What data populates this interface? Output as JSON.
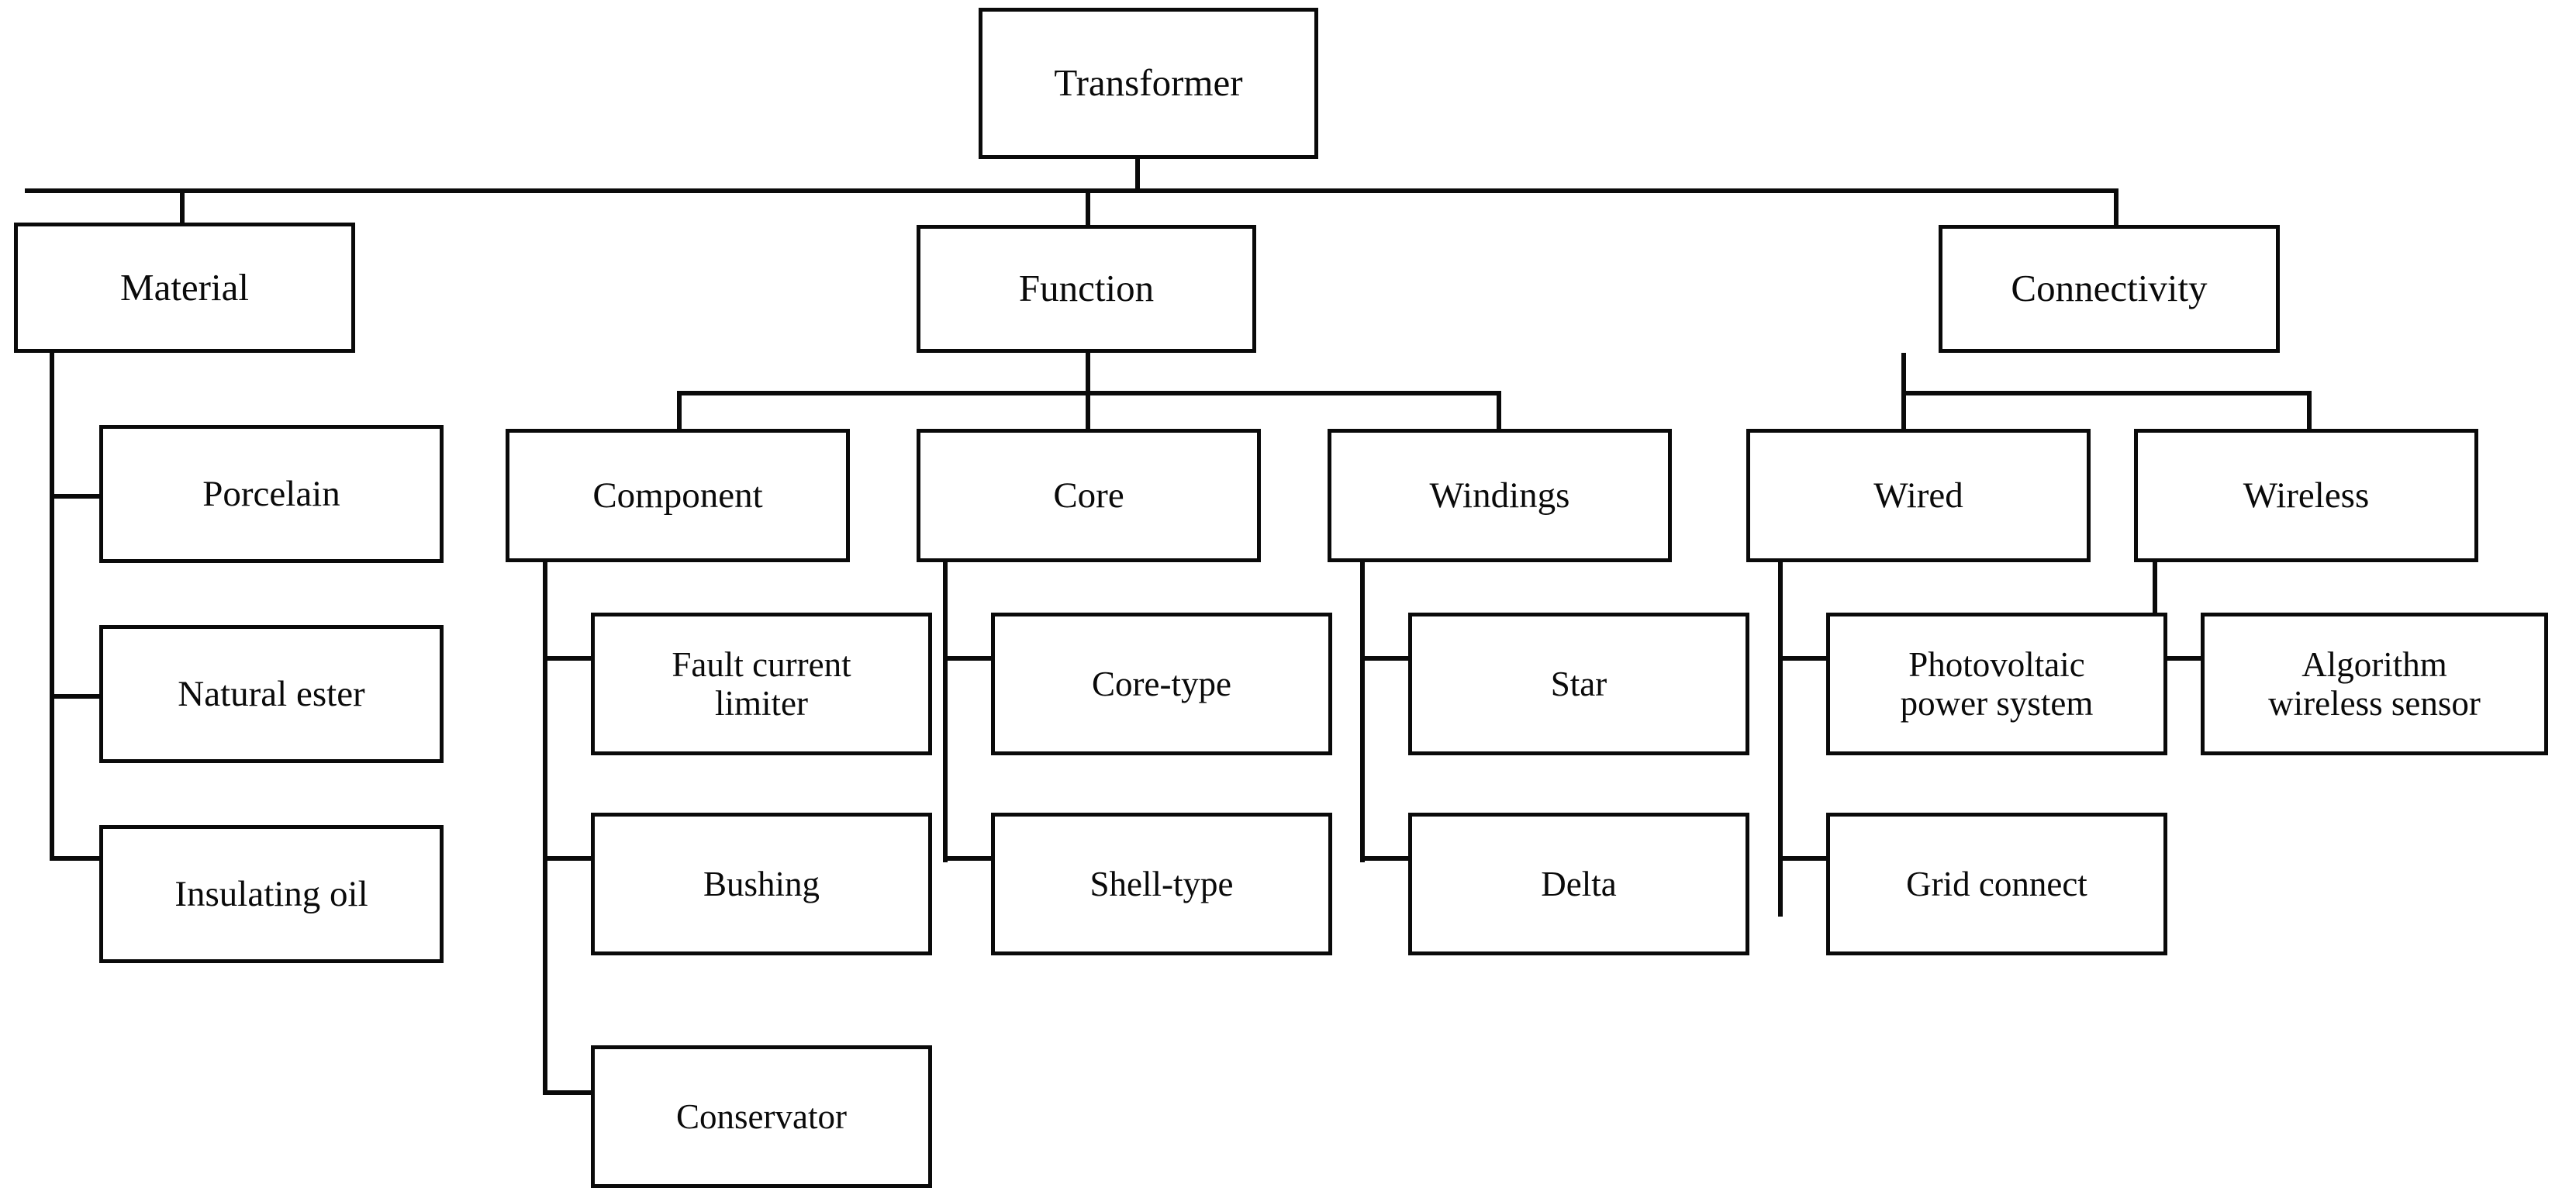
{
  "diagram": {
    "title": "Transformer",
    "type": "tree",
    "orientation": "top-down",
    "style": {
      "background": "#ffffff",
      "box_fill": "#ffffff",
      "box_border": "#0a0a0a",
      "line_color": "#0a0a0a",
      "text_color": "#0a0a0a"
    },
    "nodes": {
      "root": "Transformer",
      "material": "Material",
      "porcelain": "Porcelain",
      "natural_ester": "Natural  ester",
      "insulating_oil": "Insulating  oil",
      "function": "Function",
      "component": "Component",
      "fault_current_limiter": "Fault current\nlimiter",
      "bushing": "Bushing",
      "conservator": "Conservator",
      "core": "Core",
      "core_type": "Core-type",
      "shell_type": "Shell-type",
      "windings": "Windings",
      "star": "Star",
      "delta": "Delta",
      "connectivity": "Connectivity",
      "wired": "Wired",
      "photovoltaic_power_system": "Photovoltaic\npower system",
      "grid_connect": "Grid connect",
      "wireless": "Wireless",
      "algorithm_wireless_sensor": "Algorithm\nwireless  sensor"
    },
    "hierarchy": [
      {
        "label": "Transformer",
        "children": [
          {
            "label": "Material",
            "children": [
              {
                "label": "Porcelain",
                "children": []
              },
              {
                "label": "Natural  ester",
                "children": []
              },
              {
                "label": "Insulating  oil",
                "children": []
              }
            ]
          },
          {
            "label": "Function",
            "children": [
              {
                "label": "Component",
                "children": [
                  {
                    "label": "Fault current limiter",
                    "children": []
                  },
                  {
                    "label": "Bushing",
                    "children": []
                  },
                  {
                    "label": "Conservator",
                    "children": []
                  }
                ]
              },
              {
                "label": "Core",
                "children": [
                  {
                    "label": "Core-type",
                    "children": []
                  },
                  {
                    "label": "Shell-type",
                    "children": []
                  }
                ]
              },
              {
                "label": "Windings",
                "children": [
                  {
                    "label": "Star",
                    "children": []
                  },
                  {
                    "label": "Delta",
                    "children": []
                  }
                ]
              }
            ]
          },
          {
            "label": "Connectivity",
            "children": [
              {
                "label": "Wired",
                "children": [
                  {
                    "label": "Photovoltaic power system",
                    "children": []
                  },
                  {
                    "label": "Grid connect",
                    "children": []
                  }
                ]
              },
              {
                "label": "Wireless",
                "children": [
                  {
                    "label": "Algorithm wireless sensor",
                    "children": []
                  }
                ]
              }
            ]
          }
        ]
      }
    ]
  }
}
